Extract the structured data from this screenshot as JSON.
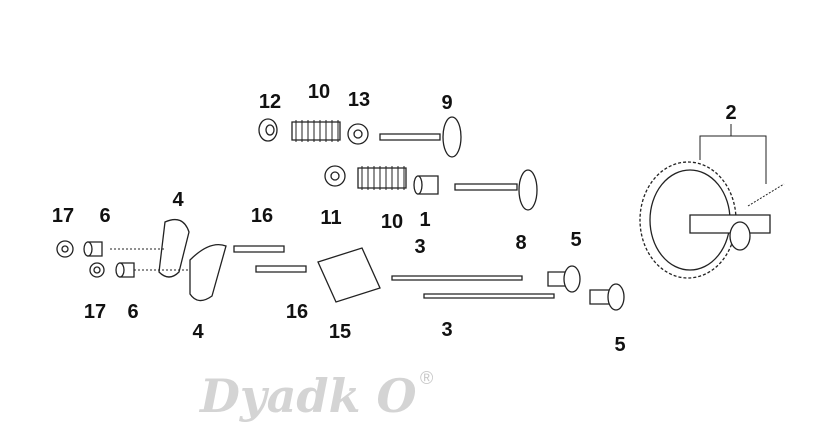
{
  "watermark": {
    "text": "Dyadk O",
    "registered": "®"
  },
  "callouts": [
    {
      "id": "c12",
      "text": "12"
    },
    {
      "id": "c10a",
      "text": "10"
    },
    {
      "id": "c13",
      "text": "13"
    },
    {
      "id": "c9",
      "text": "9"
    },
    {
      "id": "c2",
      "text": "2"
    },
    {
      "id": "c11",
      "text": "11"
    },
    {
      "id": "c10b",
      "text": "10"
    },
    {
      "id": "c1",
      "text": "1"
    },
    {
      "id": "c8",
      "text": "8"
    },
    {
      "id": "c17a",
      "text": "17"
    },
    {
      "id": "c6a",
      "text": "6"
    },
    {
      "id": "c4a",
      "text": "4"
    },
    {
      "id": "c16a",
      "text": "16"
    },
    {
      "id": "c3a",
      "text": "3"
    },
    {
      "id": "c5a",
      "text": "5"
    },
    {
      "id": "c17b",
      "text": "17"
    },
    {
      "id": "c6b",
      "text": "6"
    },
    {
      "id": "c4b",
      "text": "4"
    },
    {
      "id": "c16b",
      "text": "16"
    },
    {
      "id": "c15",
      "text": "15"
    },
    {
      "id": "c3b",
      "text": "3"
    },
    {
      "id": "c5b",
      "text": "5"
    }
  ]
}
